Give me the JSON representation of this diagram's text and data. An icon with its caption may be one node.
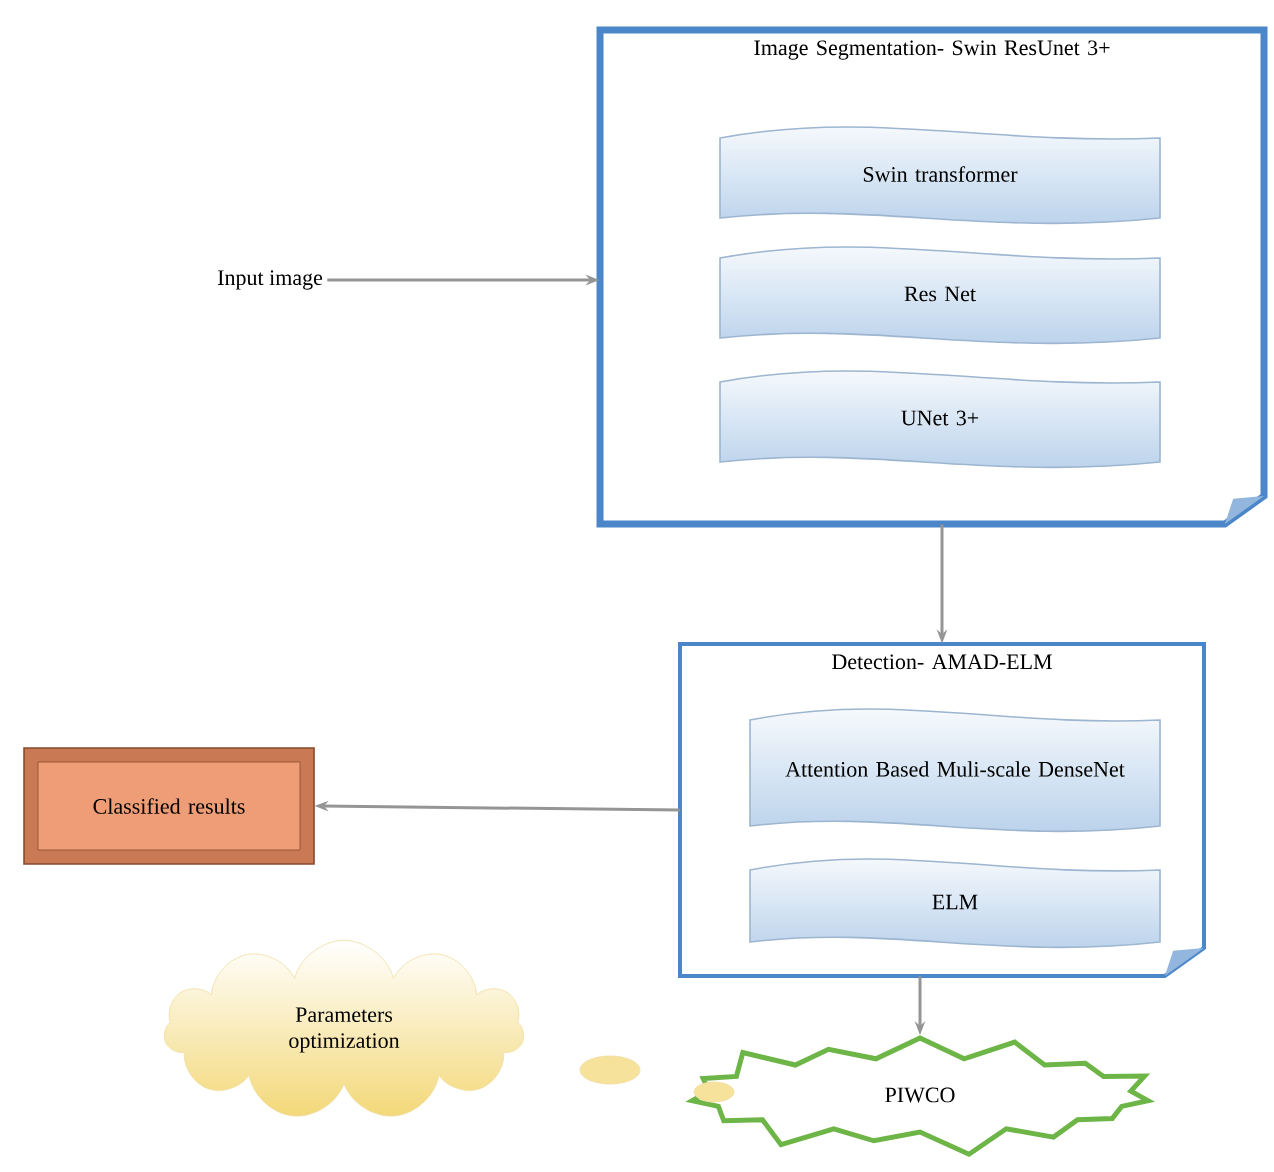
{
  "diagram": {
    "nodes": [
      {
        "text": [
          "Input image"
        ]
      },
      {
        "text": [
          "Image Segmentation- Swin ResUnet 3+"
        ]
      },
      {
        "text": [
          "Swin transformer"
        ],
        "in": 1
      },
      {
        "text": [
          "Res Net"
        ],
        "in": 1
      },
      {
        "text": [
          "UNet 3+"
        ],
        "in": 1
      },
      {
        "text": [
          "Detection- AMAD-ELM"
        ]
      },
      {
        "text": [
          "Attention Based Muli-scale DenseNet"
        ],
        "in": 5
      },
      {
        "text": [
          "ELM"
        ],
        "in": 5
      },
      {
        "text": [
          "Classified results"
        ]
      },
      {
        "text": [
          "Parameters optimization"
        ]
      },
      {
        "text": [
          "PIWCO"
        ]
      }
    ],
    "edges": [
      {
        "from": 0,
        "to": 1,
        "arrow": "to"
      },
      {
        "from": 1,
        "to": 5,
        "arrow": "to"
      },
      {
        "from": 5,
        "to": 8,
        "arrow": "to"
      },
      {
        "from": 5,
        "to": 10,
        "arrow": "to"
      }
    ]
  }
}
